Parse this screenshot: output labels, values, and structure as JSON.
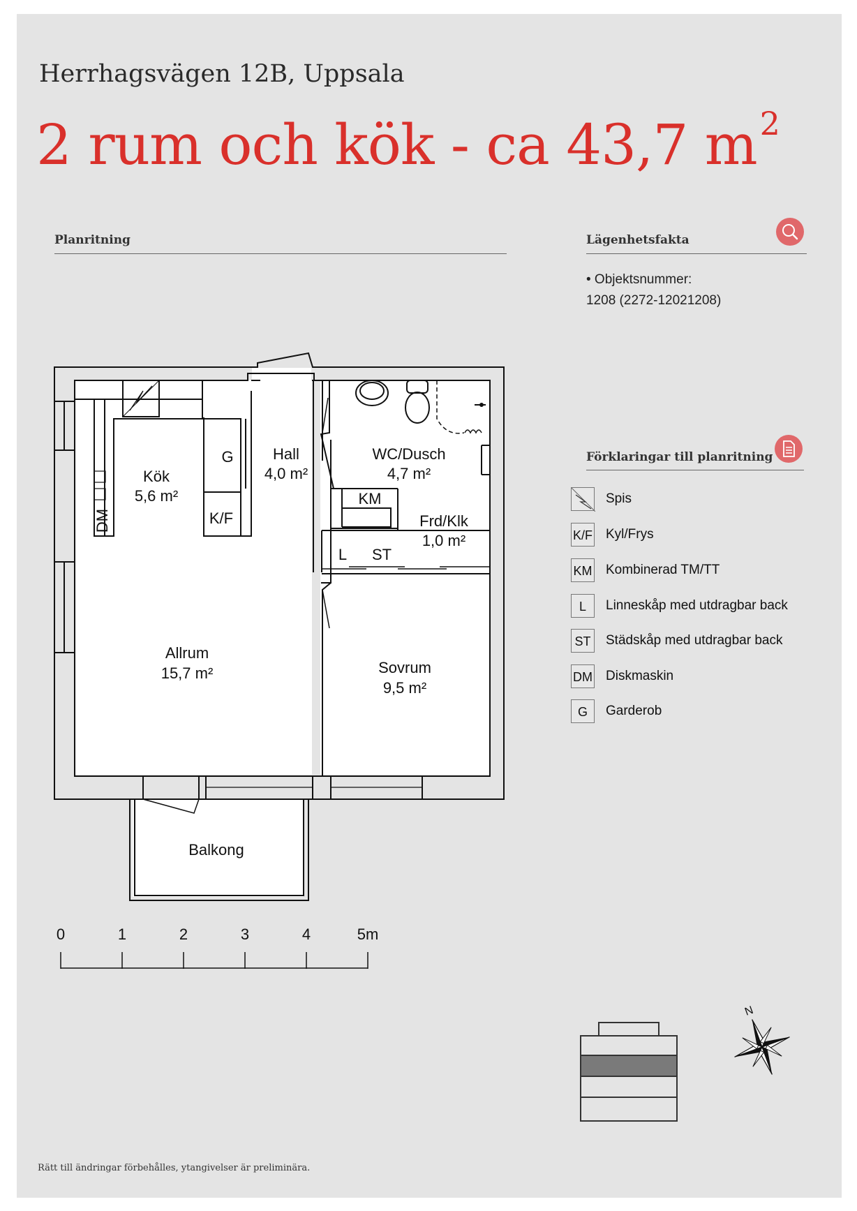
{
  "header": {
    "address": "Herrhagsvägen 12B, Uppsala",
    "headline": "2 rum och kök - ca 43,7 m",
    "headline_sup": "2"
  },
  "plan_section": {
    "title": "Planritning"
  },
  "facts_section": {
    "title": "Lägenhetsfakta",
    "icon": "magnifier-icon",
    "object_label": "• Objektsnummer:",
    "object_value": "1208 (2272-12021208)"
  },
  "legend_section": {
    "title": "Förklaringar till planritning",
    "icon": "document-icon",
    "items": [
      {
        "code": "",
        "label": "Spis"
      },
      {
        "code": "K/F",
        "label": "Kyl/Frys"
      },
      {
        "code": "KM",
        "label": "Kombinerad TM/TT"
      },
      {
        "code": "L",
        "label": "Linneskåp med utdragbar back"
      },
      {
        "code": "ST",
        "label": "Städskåp med utdragbar back"
      },
      {
        "code": "DM",
        "label": "Diskmaskin"
      },
      {
        "code": "G",
        "label": "Garderob"
      }
    ]
  },
  "rooms": {
    "kok_name": "Kök",
    "kok_area": "5,6 m²",
    "hall_name": "Hall",
    "hall_area": "4,0 m²",
    "wc_name": "WC/Dusch",
    "wc_area": "4,7 m²",
    "frd_name": "Frd/Klk",
    "frd_area": "1,0 m²",
    "allrum_name": "Allrum",
    "allrum_area": "15,7 m²",
    "sovrum_name": "Sovrum",
    "sovrum_area": "9,5 m²",
    "balkong_name": "Balkong"
  },
  "fixtures": {
    "g": "G",
    "kf": "K/F",
    "km": "KM",
    "l": "L",
    "st": "ST",
    "dm": "DM"
  },
  "scale": {
    "labels": [
      "0",
      "1",
      "2",
      "3",
      "4",
      "5m"
    ]
  },
  "compass": {
    "north": "N"
  },
  "footnote": "Rätt till ändringar förbehålles, ytangivelser är preliminära."
}
